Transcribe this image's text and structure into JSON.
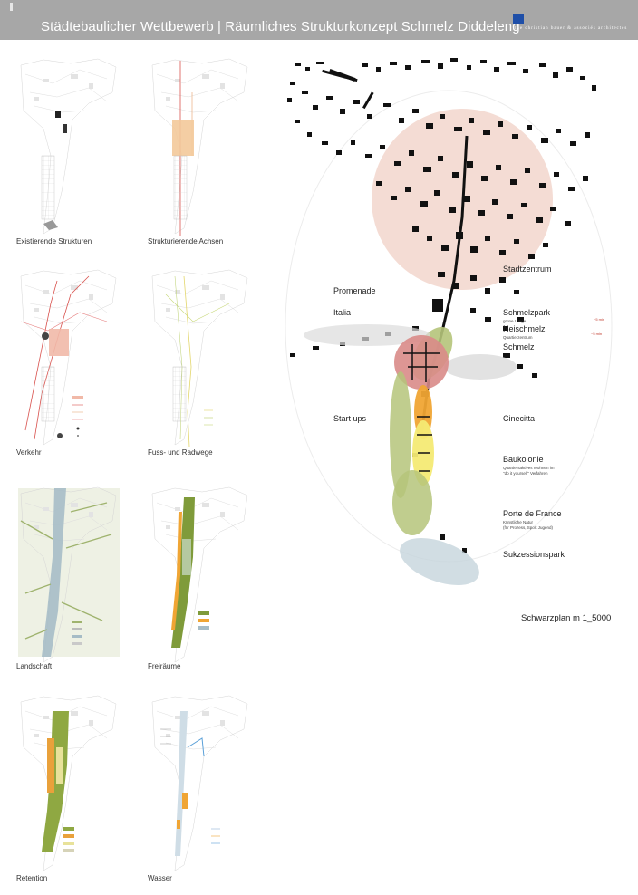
{
  "header": {
    "title": "Städtebaulicher Wettbewerb | Räumliches Strukturkonzept Schmelz Diddeleng",
    "firm": "the christian bauer & associés architectes"
  },
  "panels": [
    {
      "caption": "Existierende Strukturen"
    },
    {
      "caption": "Strukturierende Achsen"
    },
    {
      "caption": "Verkehr"
    },
    {
      "caption": "Fuss- und Radwege"
    },
    {
      "caption": "Landschaft"
    },
    {
      "caption": "Freiräume"
    },
    {
      "caption": "Retention"
    },
    {
      "caption": "Wasser"
    }
  ],
  "plan": {
    "labels": {
      "stadtzentrum": "Stadtzentrum",
      "promenade": "Promenade",
      "italia": "Italia",
      "schmelzpark": "Schmelzpark",
      "schmelzpark_sub": "grüne Lunge",
      "neischmelz": "Neischmelz",
      "neischmelz_sub": "Quartierzentrum",
      "schmelz": "Schmelz",
      "startups": "Start ups",
      "cinecitta": "Cinecitta",
      "baukolonie": "Baukolonie",
      "baukolonie_sub1": "Quartiersaktives Wohnen im",
      "baukolonie_sub2": "\"do it yourself\" Verfahren",
      "porte": "Porte de France",
      "porte_sub1": "Künstliche Natur",
      "porte_sub2": "(für Prozess, Sport Jugend)",
      "sukzession": "Sukzessionspark"
    },
    "annotations": {
      "a1": "~5 min",
      "a2": "~5 min"
    },
    "scale": "Schwarzplan m 1_5000"
  },
  "colors": {
    "header": "#a7a7a7",
    "logo": "#1f4fa8",
    "city_zone": "#f2d6cc",
    "neischmelz": "#d98b88",
    "green": "#b5c47a",
    "orange": "#f0a534",
    "yellow": "#f4ea74",
    "blue_grey": "#c5d5dc"
  }
}
